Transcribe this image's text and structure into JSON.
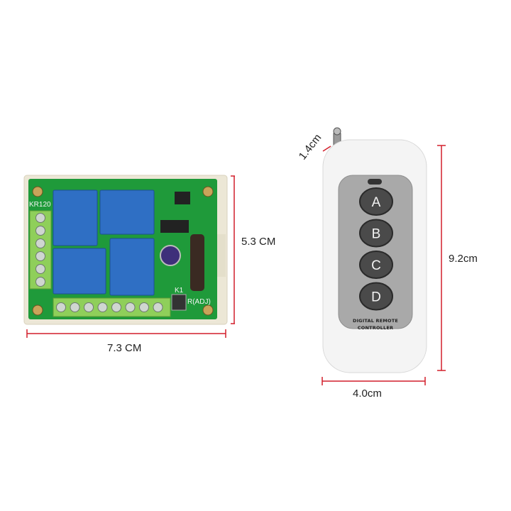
{
  "receiver_board": {
    "model_label": "KR120",
    "button_label": "K1",
    "adj_label": "R(ADJ)",
    "relay_count": 4,
    "terminal_screws_left": 6,
    "terminal_screws_bottom": 8
  },
  "remote": {
    "buttons": [
      "A",
      "B",
      "C",
      "D"
    ],
    "brand_line1": "DIGITAL REMOTE",
    "brand_line2": "CONTROLLER"
  },
  "dimensions": {
    "board_height": "5.3 CM",
    "board_width": "7.3 CM",
    "remote_height": "9.2cm",
    "remote_width": "4.0cm",
    "antenna_length": "1.4cm"
  },
  "colors": {
    "dimension_line": "#d21f2b",
    "pcb": "#1f9a3a",
    "relay": "#2f6fc4",
    "terminal": "#8fcf5a",
    "remote_body": "#f4f4f4",
    "remote_panel": "#a9a9a9",
    "remote_button": "#4a4a4a"
  }
}
